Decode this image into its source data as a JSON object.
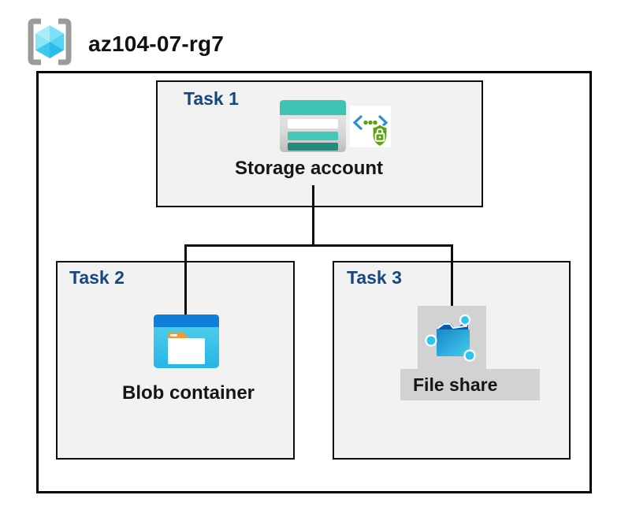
{
  "header": {
    "title": "az104-07-rg7",
    "icon": "resource-group-icon"
  },
  "tasks": [
    {
      "label": "Task 1",
      "resource": "Storage account",
      "icons": [
        "storage-account-icon",
        "shared-access-key-icon"
      ]
    },
    {
      "label": "Task 2",
      "resource": "Blob container",
      "icons": [
        "blob-container-icon"
      ]
    },
    {
      "label": "Task 3",
      "resource": "File share",
      "icons": [
        "file-share-icon"
      ],
      "selected": true
    }
  ],
  "connections": [
    {
      "from": "Storage account",
      "to": "Blob container"
    },
    {
      "from": "Storage account",
      "to": "File share"
    }
  ],
  "colors": {
    "task_label_navy": "#17477d",
    "box_fill": "#f2f2f2",
    "box_border": "#0d0d0d",
    "outer_border": "#000000",
    "storage_teal": "#3cc3b3",
    "storage_teal_dark": "#27897c",
    "blob_blue_bar": "#0f7ed8",
    "blob_cyan": "#2cb9e7",
    "folder_tab_orange": "#f09a3c",
    "key_green": "#5ba30c",
    "key_blue": "#2e8bd8",
    "file_share_blue": "#0a5ca8",
    "file_share_cyan": "#2cc5f1",
    "selection_gray": "#d2d2d2",
    "rg_bracket_gray": "#9b9b9b"
  }
}
